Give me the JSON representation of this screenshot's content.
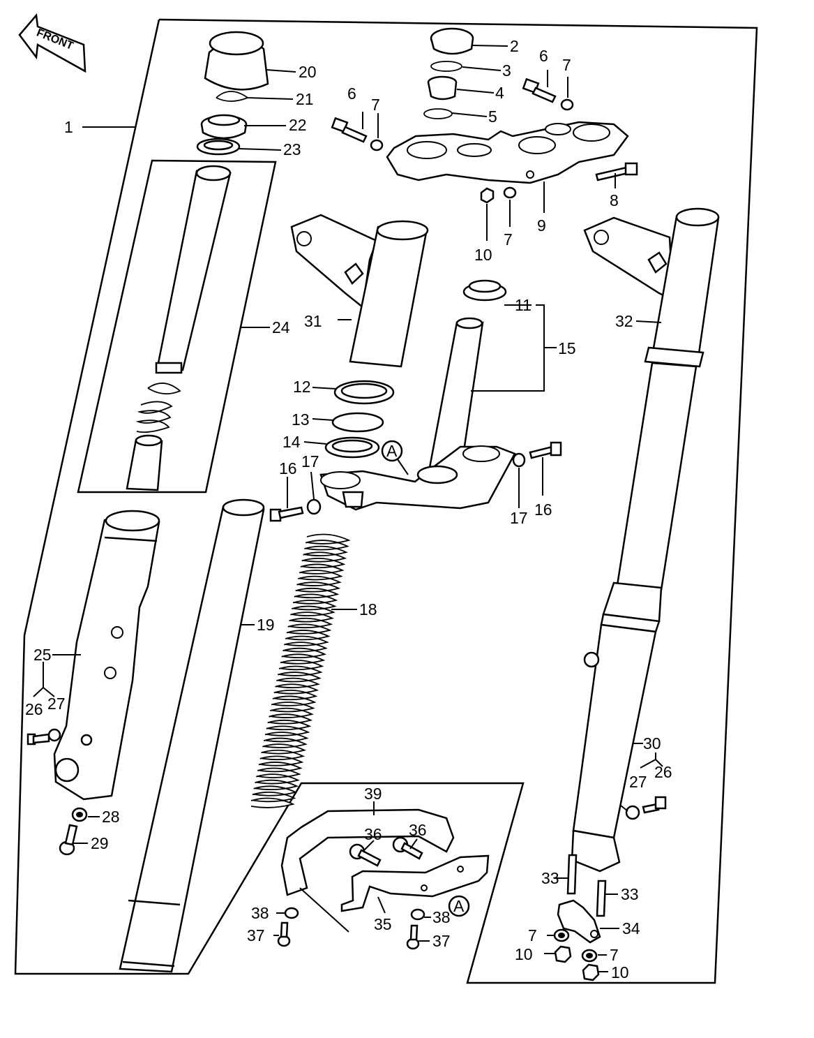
{
  "front_label": "FRONT",
  "callouts": {
    "p1": "1",
    "p2": "2",
    "p3": "3",
    "p4": "4",
    "p5": "5",
    "p6a": "6",
    "p6b": "6",
    "p7a": "7",
    "p7b": "7",
    "p7c": "7",
    "p7d": "7",
    "p7e": "7",
    "p8": "8",
    "p9": "9",
    "p10a": "10",
    "p10b": "10",
    "p10c": "10",
    "p11": "11",
    "p12": "12",
    "p13": "13",
    "p14": "14",
    "p15": "15",
    "p16a": "16",
    "p16b": "16",
    "p17a": "17",
    "p17b": "17",
    "p18": "18",
    "p19": "19",
    "p20": "20",
    "p21": "21",
    "p22": "22",
    "p23": "23",
    "p24": "24",
    "p25": "25",
    "p26a": "26",
    "p26b": "26",
    "p27a": "27",
    "p27b": "27",
    "p28": "28",
    "p29": "29",
    "p30": "30",
    "p31": "31",
    "p32": "32",
    "p33a": "33",
    "p33b": "33",
    "p34": "34",
    "p35": "35",
    "p36a": "36",
    "p36b": "36",
    "p37a": "37",
    "p37b": "37",
    "p38a": "38",
    "p38b": "38",
    "p39": "39"
  },
  "markers": {
    "a1": "A",
    "a2": "A"
  }
}
